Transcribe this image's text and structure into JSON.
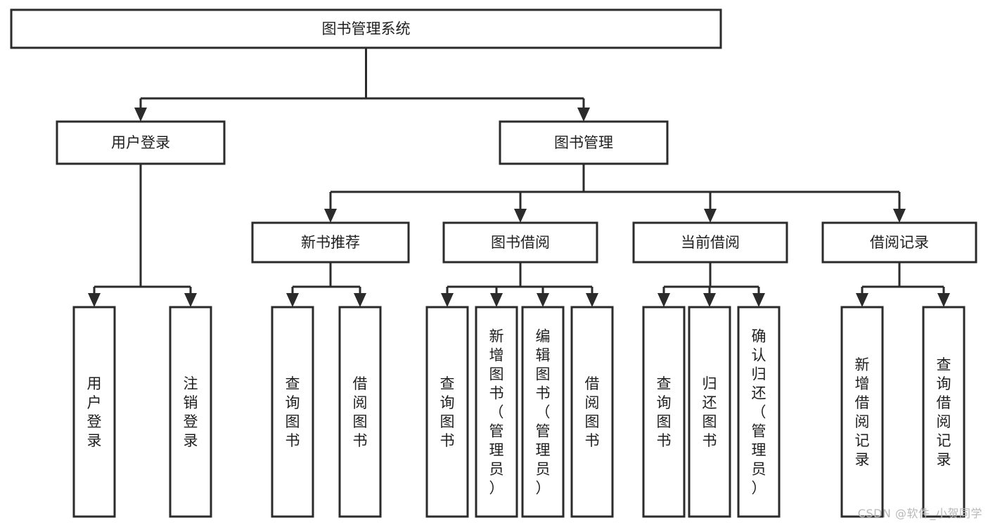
{
  "diagram": {
    "title": "图书管理系统",
    "watermark": "CSDN @软件_小贺同学",
    "colors": {
      "stroke": "#2b2b2b",
      "fill": "#ffffff",
      "text": "#1f1f1f",
      "watermark": "#b9b9b9",
      "background": "#ffffff"
    },
    "root": {
      "label": "图书管理系统"
    },
    "level2": [
      {
        "label": "用户登录"
      },
      {
        "label": "图书管理"
      }
    ],
    "level3": [
      {
        "label": "新书推荐"
      },
      {
        "label": "图书借阅"
      },
      {
        "label": "当前借阅"
      },
      {
        "label": "借阅记录"
      }
    ],
    "leaves": [
      {
        "label": "用户登录",
        "parent": "用户登录"
      },
      {
        "label": "注销登录",
        "parent": "用户登录"
      },
      {
        "label": "查询图书",
        "parent": "新书推荐"
      },
      {
        "label": "借阅图书",
        "parent": "新书推荐"
      },
      {
        "label": "查询图书",
        "parent": "图书借阅"
      },
      {
        "label": "新增图书（管理员）",
        "parent": "图书借阅"
      },
      {
        "label": "编辑图书（管理员）",
        "parent": "图书借阅"
      },
      {
        "label": "借阅图书",
        "parent": "图书借阅"
      },
      {
        "label": "查询图书",
        "parent": "当前借阅"
      },
      {
        "label": "归还图书",
        "parent": "当前借阅"
      },
      {
        "label": "确认归还（管理员）",
        "parent": "当前借阅"
      },
      {
        "label": "新增借阅记录",
        "parent": "借阅记录"
      },
      {
        "label": "查询借阅记录",
        "parent": "借阅记录"
      }
    ]
  }
}
